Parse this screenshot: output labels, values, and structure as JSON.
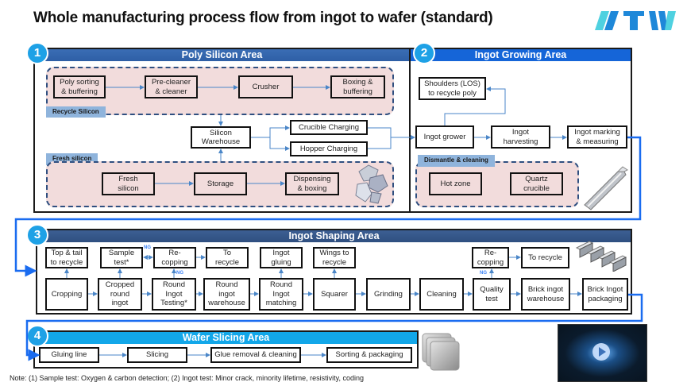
{
  "title": "Whole manufacturing process flow from ingot to wafer (standard)",
  "logo": {
    "text": "ATW",
    "colors": [
      "#4fd1e0",
      "#1e88d9"
    ]
  },
  "areas": [
    {
      "number": "1",
      "title": "Poly Silicon Area"
    },
    {
      "number": "2",
      "title": "Ingot Growing Area"
    },
    {
      "number": "3",
      "title": "Ingot Shaping Area"
    },
    {
      "number": "4",
      "title": "Wafer Slicing Area"
    }
  ],
  "poly": {
    "recycle_tag": "Recycle Silicon",
    "fresh_tag": "Fresh silicon",
    "recycle_steps": [
      "Poly sorting\n& buffering",
      "Pre-cleaner\n& cleaner",
      "Crusher",
      "Boxing &\nbuffering"
    ],
    "warehouse": "Silicon\nWarehouse",
    "charging": [
      "Crucible Charging",
      "Hopper Charging"
    ],
    "fresh_steps": [
      "Fresh\nsilicon",
      "Storage",
      "Dispensing\n& boxing"
    ]
  },
  "growing": {
    "shoulders": "Shoulders (LOS)\nto recycle poly",
    "steps": [
      "Ingot grower",
      "Ingot\nharvesting",
      "Ingot marking\n& measuring"
    ],
    "dismantle_tag": "Dismantle & cleaning",
    "dismantle_steps": [
      "Hot zone",
      "Quartz\ncrucible"
    ]
  },
  "shaping": {
    "top_row": [
      "Top & tail\nto recycle",
      "Sample\ntest*",
      "Re-\ncopping",
      "To\nrecycle",
      "Ingot\ngluing",
      "Wings to\nrecycle",
      "Re-\ncopping",
      "To recycle"
    ],
    "bottom_row": [
      "Cropping",
      "Cropped\nround\ningot",
      "Round\nIngot\nTesting*",
      "Round\ningot\nwarehouse",
      "Round\nIngot\nmatching",
      "Squarer",
      "Grinding",
      "Cleaning",
      "Quality\ntest",
      "Brick ingot\nwarehouse",
      "Brick Ingot\npackaging"
    ],
    "ng_label": "NG"
  },
  "slicing": {
    "steps": [
      "Gluing line",
      "Slicing",
      "Glue removal & cleaning",
      "Sorting & packaging"
    ]
  },
  "note": "Note: (1) Sample test: Oxygen & carbon detection;    (2)  Ingot test: Minor crack, minority lifetime, resistivity, coding",
  "video": {
    "icon": "play-icon"
  },
  "colors": {
    "flow_line": "#1a6cf0",
    "arrow": "#4a86c8",
    "group_fill": "#f2dcdc",
    "group_border": "#2f4f80",
    "tag_fill": "#8fb4dc"
  }
}
